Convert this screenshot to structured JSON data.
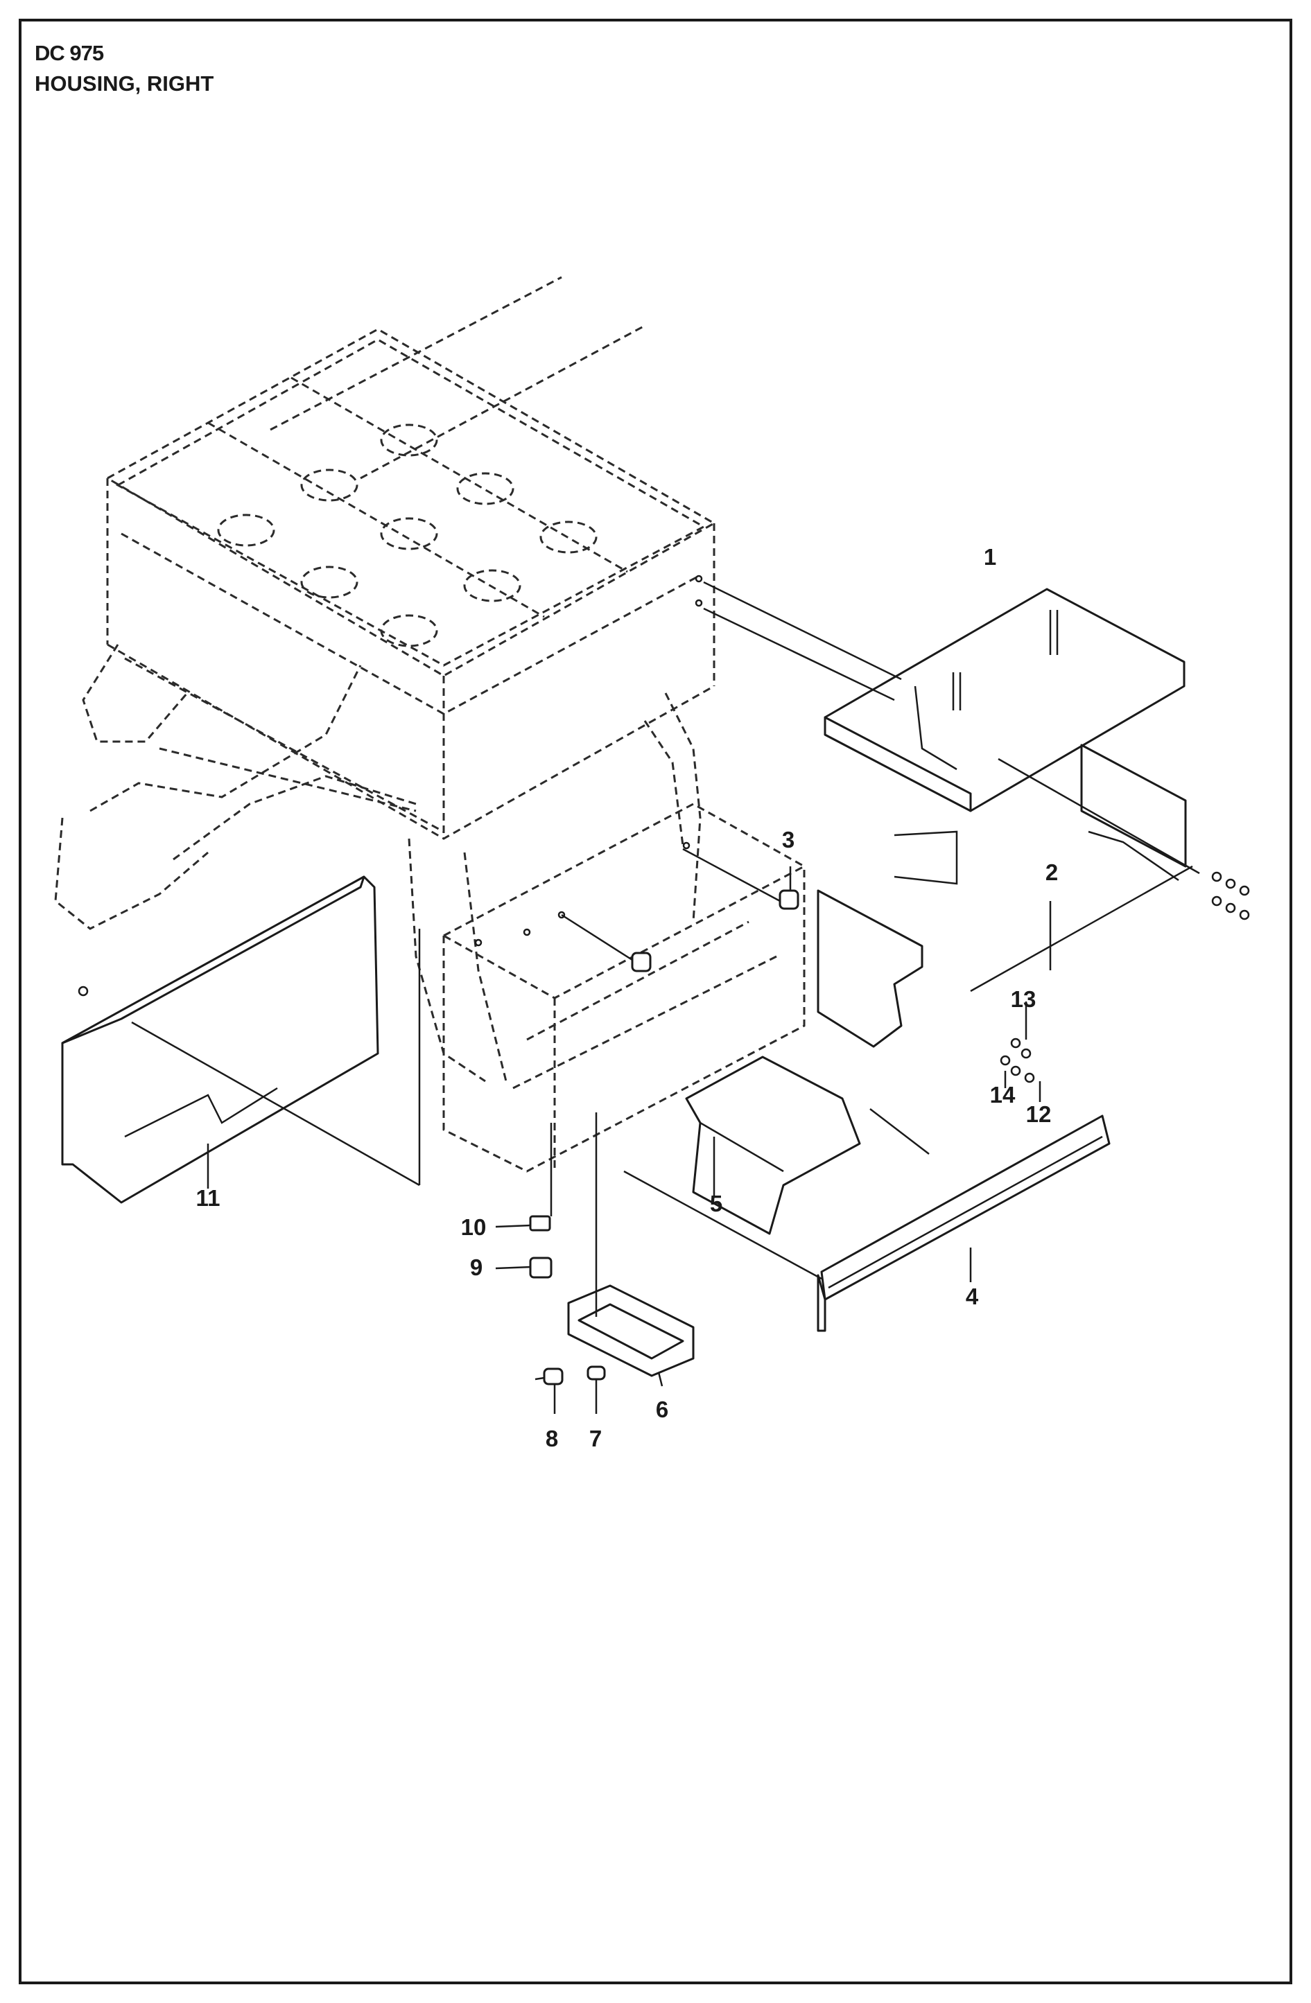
{
  "header": {
    "model": "DC 975",
    "section": "HOUSING, RIGHT"
  },
  "callouts": [
    {
      "id": "1",
      "label": "1"
    },
    {
      "id": "2",
      "label": "2"
    },
    {
      "id": "3",
      "label": "3"
    },
    {
      "id": "4",
      "label": "4"
    },
    {
      "id": "5",
      "label": "5"
    },
    {
      "id": "6",
      "label": "6"
    },
    {
      "id": "7",
      "label": "7"
    },
    {
      "id": "8",
      "label": "8"
    },
    {
      "id": "9",
      "label": "9"
    },
    {
      "id": "10",
      "label": "10"
    },
    {
      "id": "11",
      "label": "11"
    },
    {
      "id": "12",
      "label": "12"
    },
    {
      "id": "13",
      "label": "13"
    },
    {
      "id": "14",
      "label": "14"
    }
  ],
  "colors": {
    "line": "#1a1a1a",
    "background": "#ffffff"
  }
}
